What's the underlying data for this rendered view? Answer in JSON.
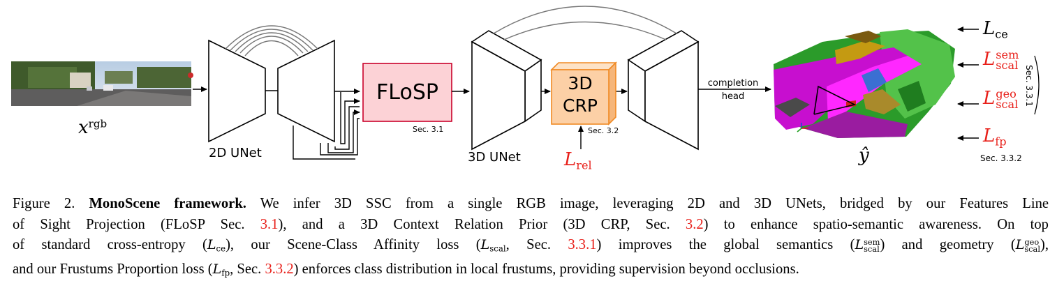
{
  "figure": {
    "labels": {
      "input": "x",
      "input_sup": "rgb",
      "unet2d": "2D UNet",
      "flosp": "FLoSP",
      "flosp_sec": "Sec. 3.1",
      "unet3d": "3D UNet",
      "crp_line1": "3D",
      "crp_line2": "CRP",
      "crp_sec": "Sec. 3.2",
      "completion_line1": "completion",
      "completion_line2": "head",
      "output": "ŷ",
      "loss_rel_sub": "rel",
      "loss_ce_sub": "ce",
      "loss_sem_sup": "sem",
      "loss_sem_sub": "scal",
      "loss_geo_sup": "geo",
      "loss_geo_sub": "scal",
      "loss_fp_sub": "fp",
      "sec_331": "Sec. 3.3.1",
      "sec_332": "Sec. 3.3.2"
    },
    "colors": {
      "flosp_fill": "#fcd2d6",
      "flosp_border": "#c9002a",
      "crp_fill": "#fcd0a6",
      "crp_border": "#f08a24",
      "loss_red": "#e8201a"
    }
  },
  "caption": {
    "fig_label": "Figure 2.",
    "title": "MonoScene framework.",
    "l1_rest": "We infer 3D SSC from a single RGB image, leveraging 2D and 3D UNets, bridged by our Features Line",
    "l2_a": "of Sight Projection (FLoSP Sec.",
    "ref_31": "3.1",
    "l2_b": "), and a 3D Context Relation Prior (3D CRP, Sec.",
    "ref_32": "3.2",
    "l2_c": ") to enhance spatio-semantic awareness. On top",
    "l3_a": "of standard cross-entropy (",
    "l3_b": "), our Scene-Class Affinity loss (",
    "l3_c": ", Sec.",
    "ref_331": "3.3.1",
    "l3_d": ") improves the global semantics (",
    "l3_e": ") and geometry (",
    "l3_f": "),",
    "l4_a": "and our Frustums Proportion loss (",
    "l4_b": ", Sec.",
    "ref_332": "3.3.2",
    "l4_c": ") enforces class distribution in local frustums, providing supervision beyond occlusions."
  }
}
